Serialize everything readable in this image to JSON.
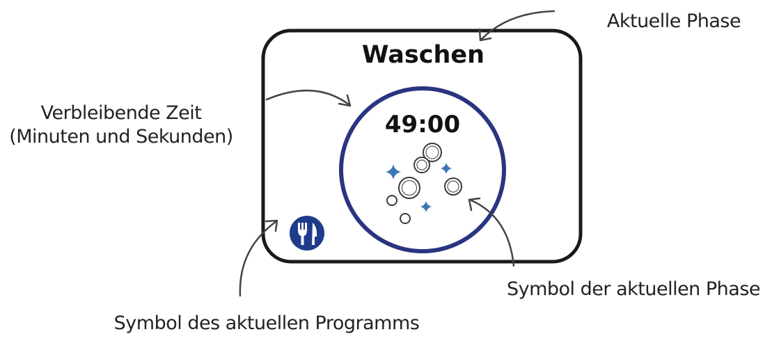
{
  "display": {
    "phase_label": "Waschen",
    "remaining_time": "49:00"
  },
  "annotations": {
    "current_phase": "Aktuelle Phase",
    "remaining_time_line1": "Verbleibende Zeit",
    "remaining_time_line2": "(Minuten und Sekunden)",
    "phase_symbol": "Symbol der aktuellen Phase",
    "program_symbol": "Symbol des aktuellen Programms"
  },
  "icons": {
    "phase_symbol": "bubbles-sparkles-icon",
    "program_symbol": "fork-knife-icon"
  },
  "colors": {
    "ring": "#2a3580",
    "program_badge": "#1f3b8c",
    "sparkle": "#3d74b8"
  }
}
